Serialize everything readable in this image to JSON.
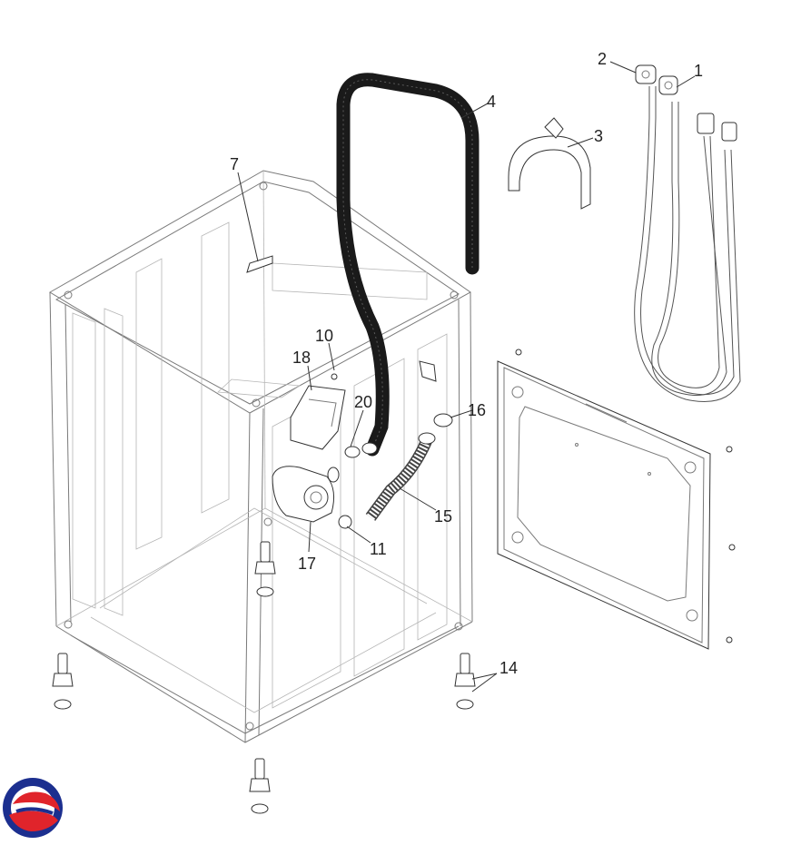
{
  "diagram": {
    "callouts": [
      {
        "id": "c1",
        "text": "1"
      },
      {
        "id": "c2",
        "text": "2"
      },
      {
        "id": "c3",
        "text": "3"
      },
      {
        "id": "c4",
        "text": "4"
      },
      {
        "id": "c7",
        "text": "7"
      },
      {
        "id": "c10",
        "text": "10"
      },
      {
        "id": "c11",
        "text": "11"
      },
      {
        "id": "c14",
        "text": "14"
      },
      {
        "id": "c15",
        "text": "15"
      },
      {
        "id": "c16",
        "text": "16"
      },
      {
        "id": "c17",
        "text": "17"
      },
      {
        "id": "c18",
        "text": "18"
      },
      {
        "id": "c20",
        "text": "20"
      }
    ]
  },
  "logo": {
    "colors": {
      "blue": "#1c2f8f",
      "red": "#e0242b"
    }
  }
}
